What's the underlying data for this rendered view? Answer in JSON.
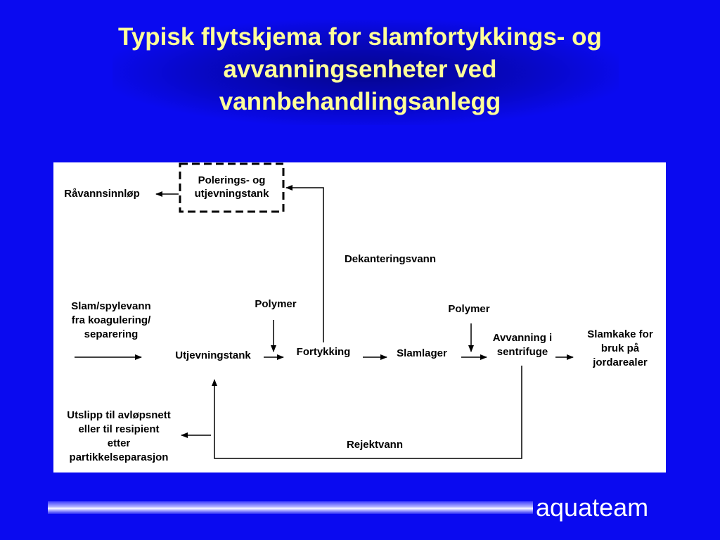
{
  "title": {
    "line1": "Typisk flytskjema for slamfortykkings- og",
    "line2": "avvanningsenheter ved",
    "line3": "vannbehandlingsanlegg"
  },
  "diagram": {
    "polishing_tank": {
      "line1": "Polerings- og",
      "line2": "utjevningstank"
    },
    "raw_water_inlet": "Råvannsinnløp",
    "decant_water": "Dekanteringsvann",
    "sludge_input": {
      "line1": "Slam/spylevann",
      "line2": "fra koagulering/",
      "line3": "separering"
    },
    "polymer_1": "Polymer",
    "polymer_2": "Polymer",
    "equalization_tank": "Utjevningstank",
    "thickening": "Fortykking",
    "sludge_storage": "Slamlager",
    "dewatering": {
      "line1": "Avvanning i",
      "line2": "sentrifuge"
    },
    "sludge_cake": {
      "line1": "Slamkake for",
      "line2": "bruk på",
      "line3": "jordarealer"
    },
    "discharge": {
      "line1": "Utslipp til avløpsnett",
      "line2": "eller til resipient",
      "line3": "etter",
      "line4": "partikkelseparasjon"
    },
    "reject_water": "Rejektvann"
  },
  "footer": {
    "brand": "aquateam"
  },
  "colors": {
    "background": "#0a0af0",
    "title": "#ffff99",
    "panel": "#ffffff",
    "brand": "#ffffff"
  }
}
